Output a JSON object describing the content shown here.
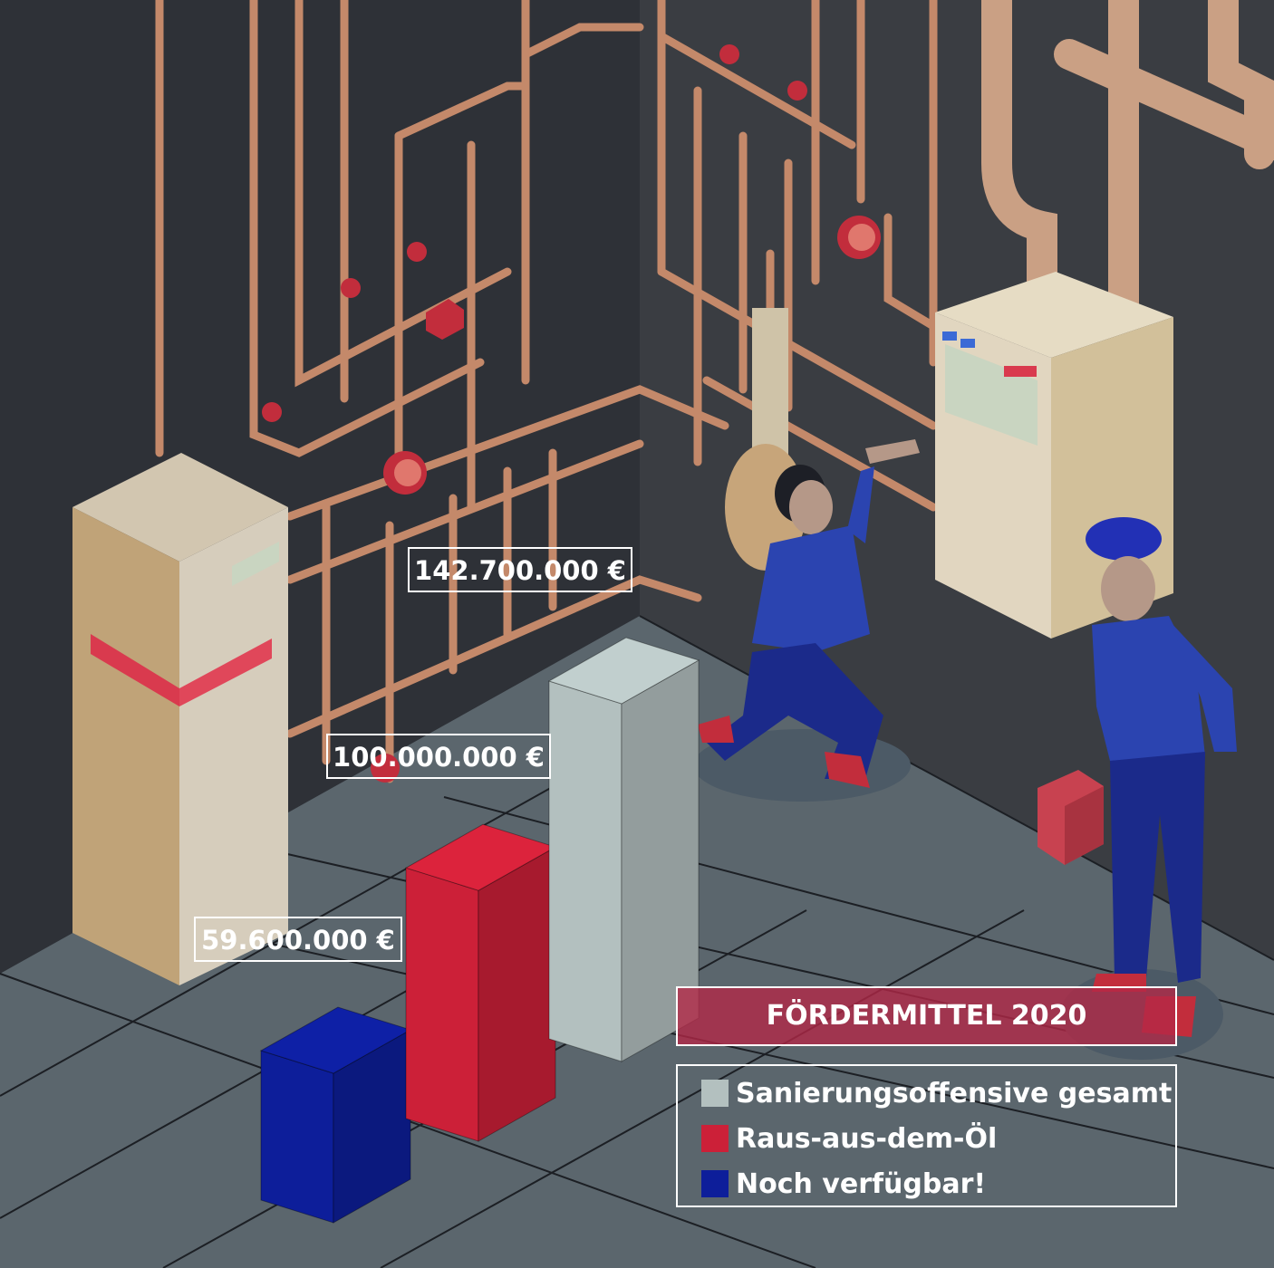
{
  "chart_data": {
    "type": "bar",
    "title": "FÖRDERMITTEL 2020",
    "categories": [
      "Noch verfügbar!",
      "Raus-aus-dem-Öl",
      "Sanierungsoffensive gesamt"
    ],
    "values": [
      59600000,
      100000000,
      142700000
    ],
    "value_labels": [
      "59.600.000 €",
      "100.000.000 €",
      "142.700.000 €"
    ],
    "unit": "€",
    "colors": [
      "#0d1e9a",
      "#cc2038",
      "#b3c0bf"
    ],
    "legend": [
      {
        "label": "Sanierungsoffensive gesamt",
        "color": "#b3c0bf"
      },
      {
        "label": "Raus-aus-dem-Öl",
        "color": "#cc2038"
      },
      {
        "label": "Noch verfügbar!",
        "color": "#0d1e9a"
      }
    ],
    "legend_position": "bottom-right",
    "bar_style": "3D isometric blocks",
    "grid": false
  },
  "scene": {
    "description_icons": [
      "heat-pump-unit-icon",
      "wall-boiler-icon",
      "copper-pipes-icon",
      "plumber-kneeling-icon",
      "plumber-standing-icon",
      "toolbox-icon",
      "valve-icon",
      "pressure-gauge-icon"
    ]
  }
}
